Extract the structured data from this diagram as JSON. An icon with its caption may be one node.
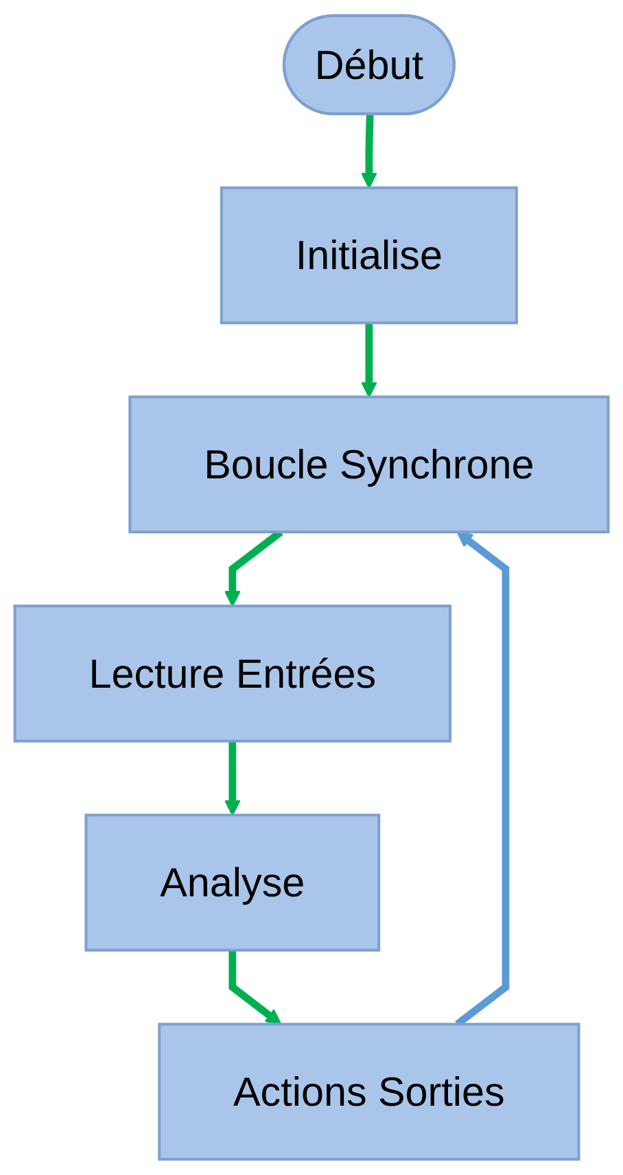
{
  "diagram": {
    "nodes": [
      {
        "text": [
          "Début"
        ]
      },
      {
        "text": [
          "Initialise"
        ]
      },
      {
        "text": [
          "Boucle Synchrone"
        ]
      },
      {
        "text": [
          "Lecture Entrées"
        ]
      },
      {
        "text": [
          "Analyse"
        ]
      },
      {
        "text": [
          "Actions Sorties"
        ]
      }
    ],
    "edges": [
      {
        "from": 0,
        "to": 1,
        "arrow": "to"
      },
      {
        "from": 1,
        "to": 2,
        "arrow": "to"
      },
      {
        "from": 2,
        "to": 3,
        "arrow": "to"
      },
      {
        "from": 3,
        "to": 4,
        "arrow": "to"
      },
      {
        "from": 4,
        "to": 5,
        "arrow": "to"
      },
      {
        "from": 5,
        "to": 2,
        "arrow": "to",
        "color": "#5b9bd5"
      }
    ]
  }
}
